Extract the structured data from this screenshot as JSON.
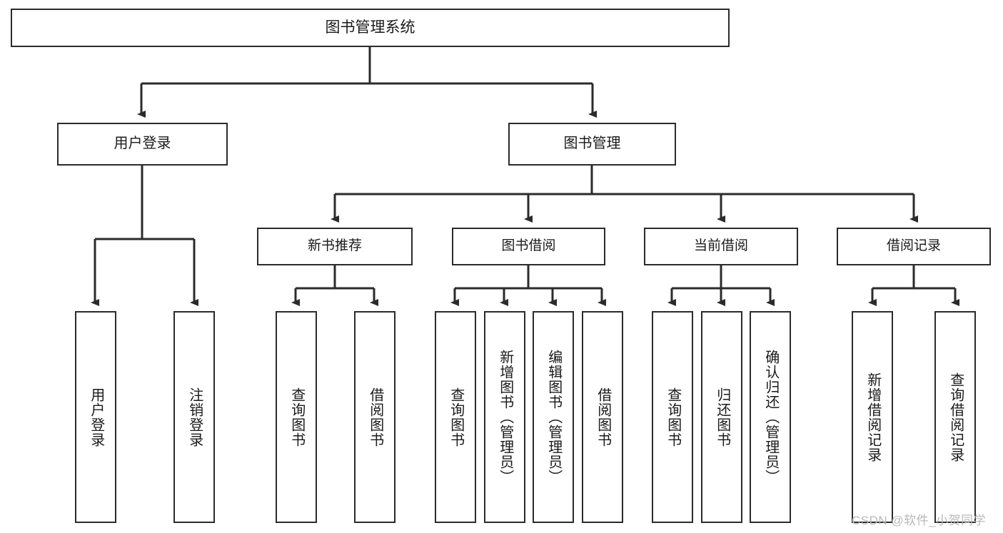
{
  "diagram": {
    "title": "图书管理系统",
    "type": "tree-hierarchy",
    "colors": {
      "background": "#ffffff",
      "box_border": "#2b2b2b",
      "box_fill": "#ffffff",
      "edge": "#2b2b2b",
      "text": "#1a1a1a",
      "watermark": "#b9b9b9"
    },
    "root": {
      "label": "图书管理系统"
    },
    "level2": [
      {
        "label": "用户登录"
      },
      {
        "label": "图书管理"
      }
    ],
    "level3": [
      {
        "label": "新书推荐"
      },
      {
        "label": "图书借阅"
      },
      {
        "label": "当前借阅"
      },
      {
        "label": "借阅记录"
      }
    ],
    "leaves": {
      "user_login": [
        {
          "label": "用户登录"
        },
        {
          "label": "注销登录"
        }
      ],
      "new_book_recommend": [
        {
          "label": "查询图书"
        },
        {
          "label": "借阅图书"
        }
      ],
      "book_borrow": [
        {
          "label": "查询图书"
        },
        {
          "label": "新增图书（管理员）"
        },
        {
          "label": "编辑图书（管理员）"
        },
        {
          "label": "借阅图书"
        }
      ],
      "current_borrow": [
        {
          "label": "查询图书"
        },
        {
          "label": "归还图书"
        },
        {
          "label": "确认归还（管理员）"
        }
      ],
      "borrow_record": [
        {
          "label": "新增借阅记录"
        },
        {
          "label": "查询借阅记录"
        }
      ]
    },
    "watermark": "CSDN @软件_小贺同学"
  }
}
